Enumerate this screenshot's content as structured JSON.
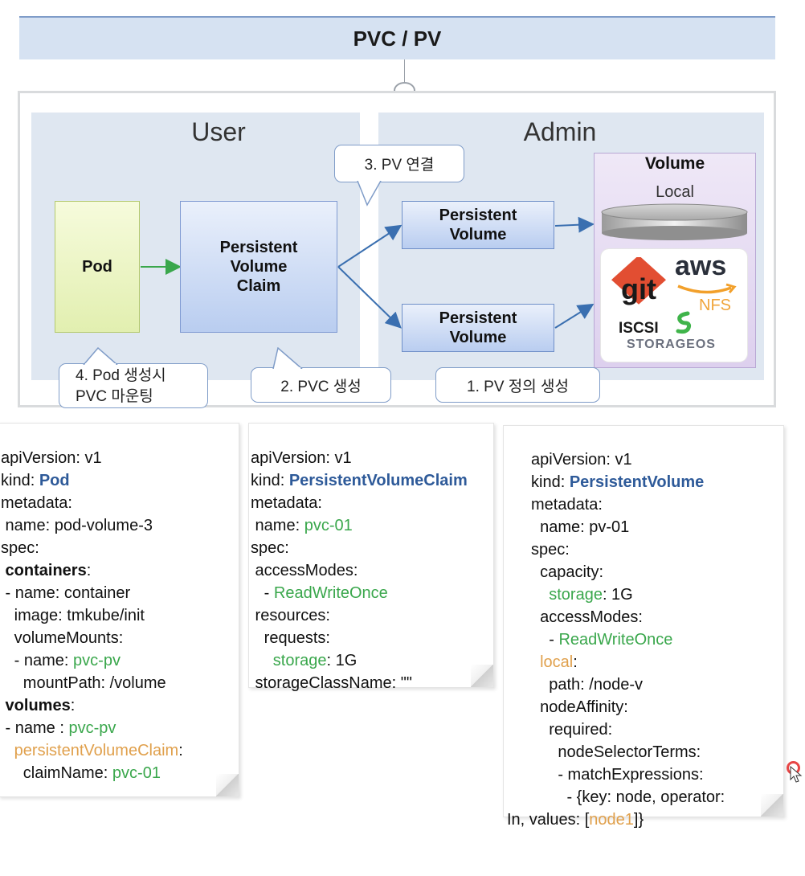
{
  "title": "PVC / PV",
  "panels": {
    "user": "User",
    "admin": "Admin"
  },
  "boxes": {
    "pod": "Pod",
    "pvc": [
      "Persistent",
      "Volume",
      "Claim"
    ],
    "pv_top": [
      "Persistent",
      "Volume"
    ],
    "pv_bottom": [
      "Persistent",
      "Volume"
    ]
  },
  "volume": {
    "title": "Volume",
    "local": "Local",
    "providers": {
      "git": "git",
      "aws": "aws",
      "nfs": "NFS",
      "iscsi": "ISCSI",
      "storageos": "STORAGEOS"
    }
  },
  "callouts": {
    "step3": "3. PV 연결",
    "step2": "2. PVC 생성",
    "step1": "1. PV 정의 생성",
    "step4": [
      "4. Pod 생성시",
      "PVC 마운팅"
    ]
  },
  "colors": {
    "title_bar": "#d6e2f2",
    "panel": "#dfe7f1",
    "arrow": "#3a6fb0",
    "pod_arrow": "#3aa74c",
    "keyword_blue": "#2e5a99",
    "keyword_green": "#3aa74c",
    "keyword_orange": "#e0a04c"
  },
  "yaml": {
    "pod": {
      "l1": "apiVersion: v1",
      "l2_k": "kind: ",
      "l2_v": "Pod",
      "l3": "metadata:",
      "l4": " name: pod-volume-3",
      "l5": "spec:",
      "l6_k": " containers",
      "l6_s": ":",
      "l7": " - name: container",
      "l8": "   image: tmkube/init",
      "l9": "   volumeMounts:",
      "l10_k": "   - name: ",
      "l10_v": "pvc-pv",
      "l11": "     mountPath: /volume",
      "l12_k": " volumes",
      "l12_s": ":",
      "l13_k": " - name : ",
      "l13_v": "pvc-pv",
      "l14_k": "   persistentVolumeClaim",
      "l14_s": ":",
      "l15_k": "     claimName: ",
      "l15_v": "pvc-01"
    },
    "pvc": {
      "l1": "apiVersion: v1",
      "l2_k": "kind: ",
      "l2_v": "PersistentVolumeClaim",
      "l3": "metadata:",
      "l4_k": " name: ",
      "l4_v": "pvc-01",
      "l5": "spec:",
      "l6": " accessModes:",
      "l7_k": "   - ",
      "l7_v": "ReadWriteOnce",
      "l8": " resources:",
      "l9": "   requests:",
      "l10_k": "     storage",
      "l10_v": ": 1G",
      "l11": " storageClassName: \"\""
    },
    "pv": {
      "l1": "apiVersion: v1",
      "l2_k": "kind: ",
      "l2_v": "PersistentVolume",
      "l3": "metadata:",
      "l4": "  name: pv-01",
      "l5": "spec:",
      "l6": "  capacity:",
      "l7_k": "    storage",
      "l7_v": ": 1G",
      "l8": "  accessModes:",
      "l9_k": "    - ",
      "l9_v": "ReadWriteOnce",
      "l10_k": "  local",
      "l10_s": ":",
      "l11": "    path: /node-v",
      "l12": "  nodeAffinity:",
      "l13": "    required:",
      "l14": "      nodeSelectorTerms:",
      "l15": "      - matchExpressions:",
      "l16": "        - {key: node, operator:",
      "l17_a": "In, values: [",
      "l17_v": "node1",
      "l17_b": "]}"
    }
  }
}
